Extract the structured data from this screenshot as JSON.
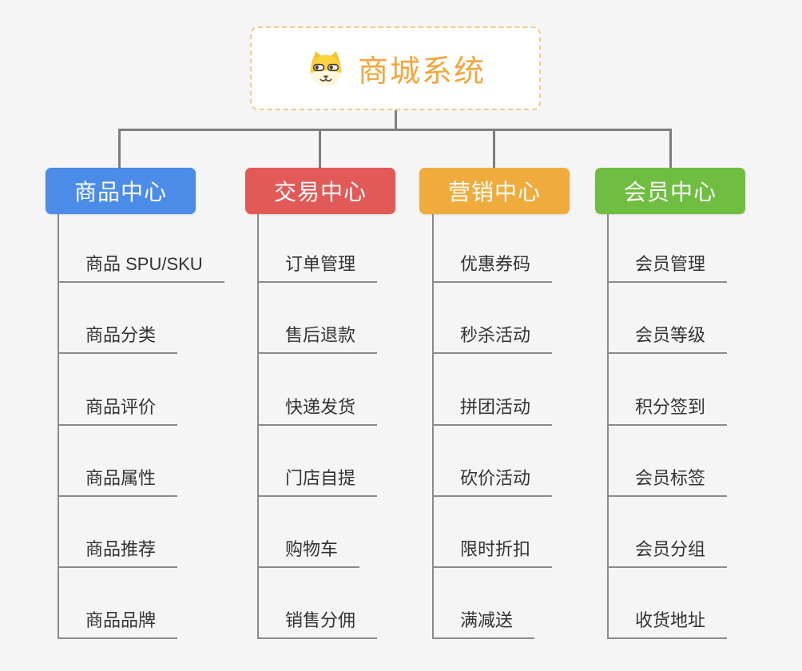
{
  "root": {
    "title": "商城系统",
    "icon": "shiba-dog-icon"
  },
  "branches": [
    {
      "label": "商品中心",
      "color": "#4A8CE8",
      "children": [
        "商品 SPU/SKU",
        "商品分类",
        "商品评价",
        "商品属性",
        "商品推荐",
        "商品品牌"
      ]
    },
    {
      "label": "交易中心",
      "color": "#E25A57",
      "children": [
        "订单管理",
        "售后退款",
        "快递发货",
        "门店自提",
        "购物车",
        "销售分佣"
      ]
    },
    {
      "label": "营销中心",
      "color": "#EFAC3D",
      "children": [
        "优惠券码",
        "秒杀活动",
        "拼团活动",
        "砍价活动",
        "限时折扣",
        "满减送"
      ]
    },
    {
      "label": "会员中心",
      "color": "#6FBE42",
      "children": [
        "会员管理",
        "会员等级",
        "积分签到",
        "会员标签",
        "会员分组",
        "收货地址"
      ]
    }
  ],
  "colors": {
    "background": "#F5F5F5",
    "connector": "#7E7E7E",
    "underline": "#8A8A8A",
    "child_text": "#333333",
    "root_text": "#F2A63C",
    "root_border": "#F5CB85",
    "branch_text": "#FFFFFF"
  }
}
